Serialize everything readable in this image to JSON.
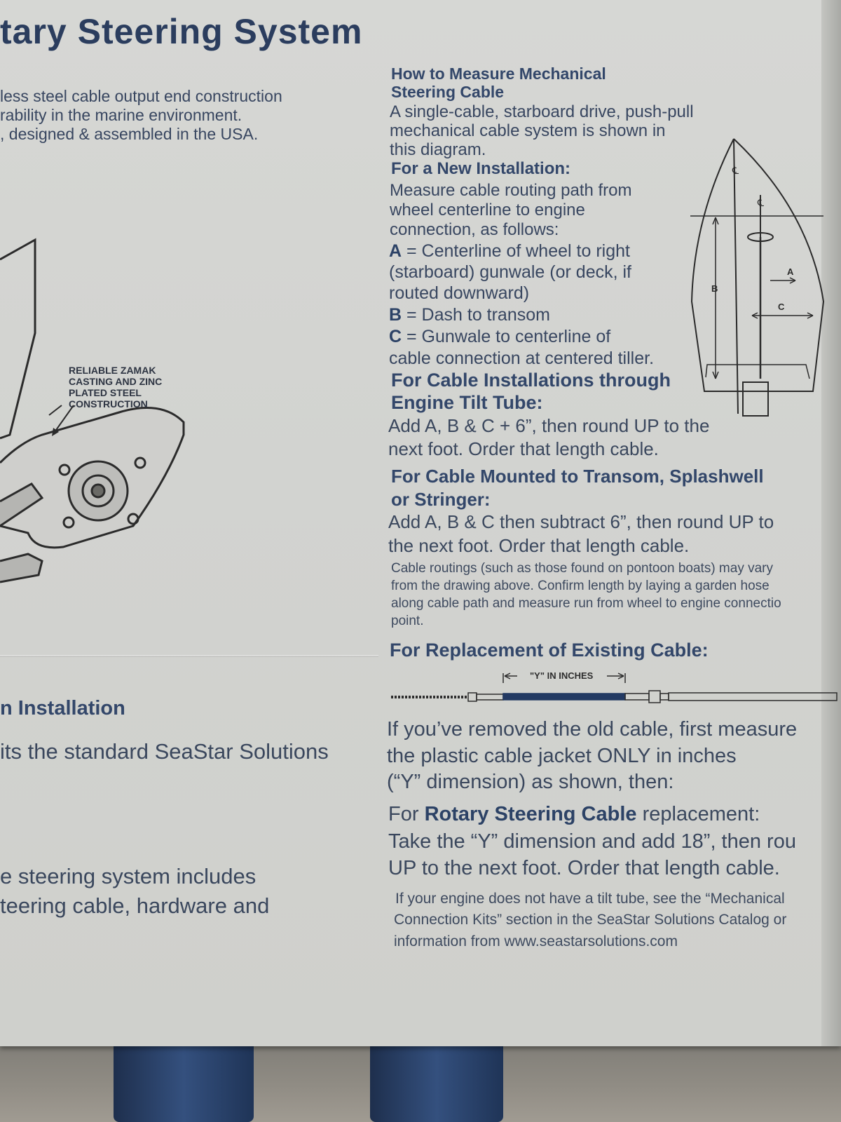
{
  "title": "tary Steering System",
  "left_intro": [
    "less steel cable output end construction",
    "rability in the marine environment.",
    ", designed & assembled in the USA."
  ],
  "callout": [
    "RELIABLE ZAMAK",
    "CASTING AND ZINC",
    "PLATED STEEL",
    "CONSTRUCTION"
  ],
  "left_section_heading": "n Installation",
  "left_section_text": "its the standard SeaStar Solutions",
  "left_lower": [
    "e steering system includes",
    "teering cable, hardware and"
  ],
  "measure": {
    "heading": [
      "How to Measure Mechanical",
      "Steering Cable"
    ],
    "intro": [
      "A single-cable, starboard drive, push-pull",
      "mechanical cable system is shown in",
      "this diagram."
    ],
    "new_heading": "For a New Installation:",
    "new_text": [
      "Measure cable routing path from",
      "wheel centerline to engine",
      "connection, as follows:"
    ],
    "a_key": "A",
    "a_text": [
      "= Centerline of wheel to right",
      " (starboard) gunwale (or deck, if",
      "routed downward)"
    ],
    "b_key": "B",
    "b_text": "= Dash to transom",
    "c_key": "C",
    "c_text": [
      "= Gunwale to centerline of",
      "cable connection at centered tiller."
    ],
    "tilt_heading": [
      "For Cable Installations through",
      "Engine Tilt Tube:"
    ],
    "tilt_text": [
      "Add A, B & C + 6”, then round UP to the",
      "next foot. Order that length cable."
    ],
    "transom_heading": [
      "For Cable Mounted to Transom, Splashwell",
      "or Stringer:"
    ],
    "transom_text": [
      "Add A, B & C then subtract 6”, then round UP to",
      "the next foot. Order that length cable."
    ],
    "note": [
      "Cable routings (such as those found on pontoon boats) may vary",
      "from the drawing above. Confirm length by laying a garden hose",
      "along cable path and measure run from wheel to engine connectio",
      "point."
    ],
    "replace_heading": "For Replacement of Existing Cable:",
    "y_label": "\"Y\" IN INCHES",
    "replace_text": [
      "If you’ve removed the old cable, first measure",
      "the plastic cable jacket ONLY in inches",
      "(“Y” dimension) as shown, then:"
    ],
    "rotary_pre": "For ",
    "rotary_bold": "Rotary Steering Cable",
    "rotary_post": " replacement:",
    "rotary_text": [
      "Take the “Y” dimension and add 18”, then rou",
      "UP to the next foot. Order that length cable."
    ],
    "footer": [
      "If your engine does not have a tilt tube, see the “Mechanical",
      "Connection Kits” section in the SeaStar Solutions Catalog or",
      "information from www.seastarsolutions.com"
    ]
  },
  "diagram_labels": {
    "a": "A",
    "b": "B",
    "c": "C",
    "cl": "℄"
  }
}
